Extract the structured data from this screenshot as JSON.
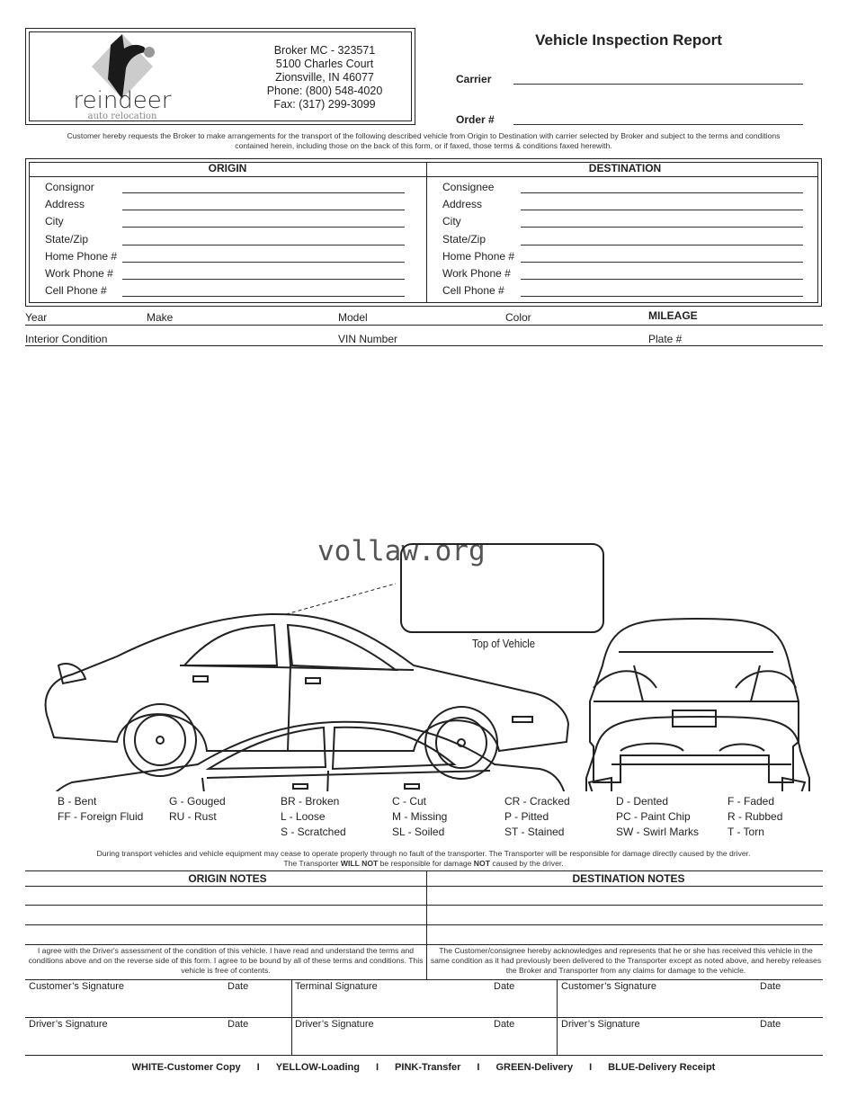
{
  "logo": {
    "name": "reindeer",
    "tagline": "auto relocation"
  },
  "broker": {
    "lines": [
      "Broker MC - 323571",
      "5100 Charles Court",
      "Zionsville, IN 46077",
      "Phone: (800) 548-4020",
      "Fax: (317) 299-3099"
    ]
  },
  "title": "Vehicle Inspection Report",
  "carrier_label": "Carrier",
  "order_label": "Order #",
  "intro_text": [
    "Customer hereby requests the Broker to make arrangements for the transport of the following described vehicle from Origin to Destination with carrier selected by Broker and subject to the terms and conditions",
    "contained herein, including those on the back of this form, or if faxed, those terms & conditions faxed herewith."
  ],
  "origin": {
    "header": "ORIGIN",
    "fields": [
      "Consignor",
      "Address",
      "City",
      "State/Zip",
      "Home Phone #",
      "Work Phone #",
      "Cell Phone #"
    ]
  },
  "destination": {
    "header": "DESTINATION",
    "fields": [
      "Consignee",
      "Address",
      "City",
      "State/Zip",
      "Home Phone #",
      "Work Phone #",
      "Cell Phone #"
    ]
  },
  "vehicle": {
    "year": "Year",
    "make": "Make",
    "model": "Model",
    "color": "Color",
    "mileage": "MILEAGE",
    "interior": "Interior Condition",
    "vin": "VIN Number",
    "plate": "Plate #"
  },
  "watermark": "vollaw.org",
  "top_of_vehicle": "Top of Vehicle",
  "damage_codes": [
    [
      "B - Bent",
      "FF - Foreign Fluid"
    ],
    [
      "G - Gouged",
      "RU - Rust"
    ],
    [
      "BR - Broken",
      "L - Loose",
      "S - Scratched"
    ],
    [
      "C - Cut",
      "M - Missing",
      "SL - Soiled"
    ],
    [
      "CR - Cracked",
      "P - Pitted",
      "ST - Stained"
    ],
    [
      "D - Dented",
      "PC - Paint Chip",
      "SW - Swirl Marks"
    ],
    [
      "F - Faded",
      "R - Rubbed",
      "T - Torn"
    ]
  ],
  "disclaimer": {
    "line1": "During transport vehicles and vehicle equipment may cease to operate properly through no fault of the transporter. The Transporter will be responsible for damage directly caused by the driver.",
    "line2_a": "The Transporter ",
    "line2_b": "WILL NOT",
    "line2_c": " be responsible for damage ",
    "line2_d": "NOT",
    "line2_e": " caused by the driver."
  },
  "origin_notes": "ORIGIN NOTES",
  "destination_notes": "DESTINATION NOTES",
  "origin_agreement": "I agree with the Driver's assessment of the condition of this vehicle. I have read and understand the terms and conditions above and on the reverse side of this form. I agree to be bound by all of these terms and conditions. This vehicle is free of contents.",
  "destination_agreement": "The Customer/consignee hereby acknowledges and represents that he or she has received this vehicle in the same condition as it had previously been delivered to the Transporter except as noted above, and hereby releases the Broker and Transporter from any claims for damage to the vehicle.",
  "signatures": [
    {
      "top": "Customer’s Signature",
      "bottom": "Driver’s Signature",
      "date": "Date"
    },
    {
      "top": "Terminal Signature",
      "bottom": "Driver’s Signature",
      "date": "Date"
    },
    {
      "top": "Customer’s Signature",
      "bottom": "Driver’s Signature",
      "date": "Date"
    }
  ],
  "copies": [
    "WHITE-Customer Copy",
    "YELLOW-Loading",
    "PINK-Transfer",
    "GREEN-Delivery",
    "BLUE-Delivery Receipt"
  ],
  "copy_separator": "I"
}
